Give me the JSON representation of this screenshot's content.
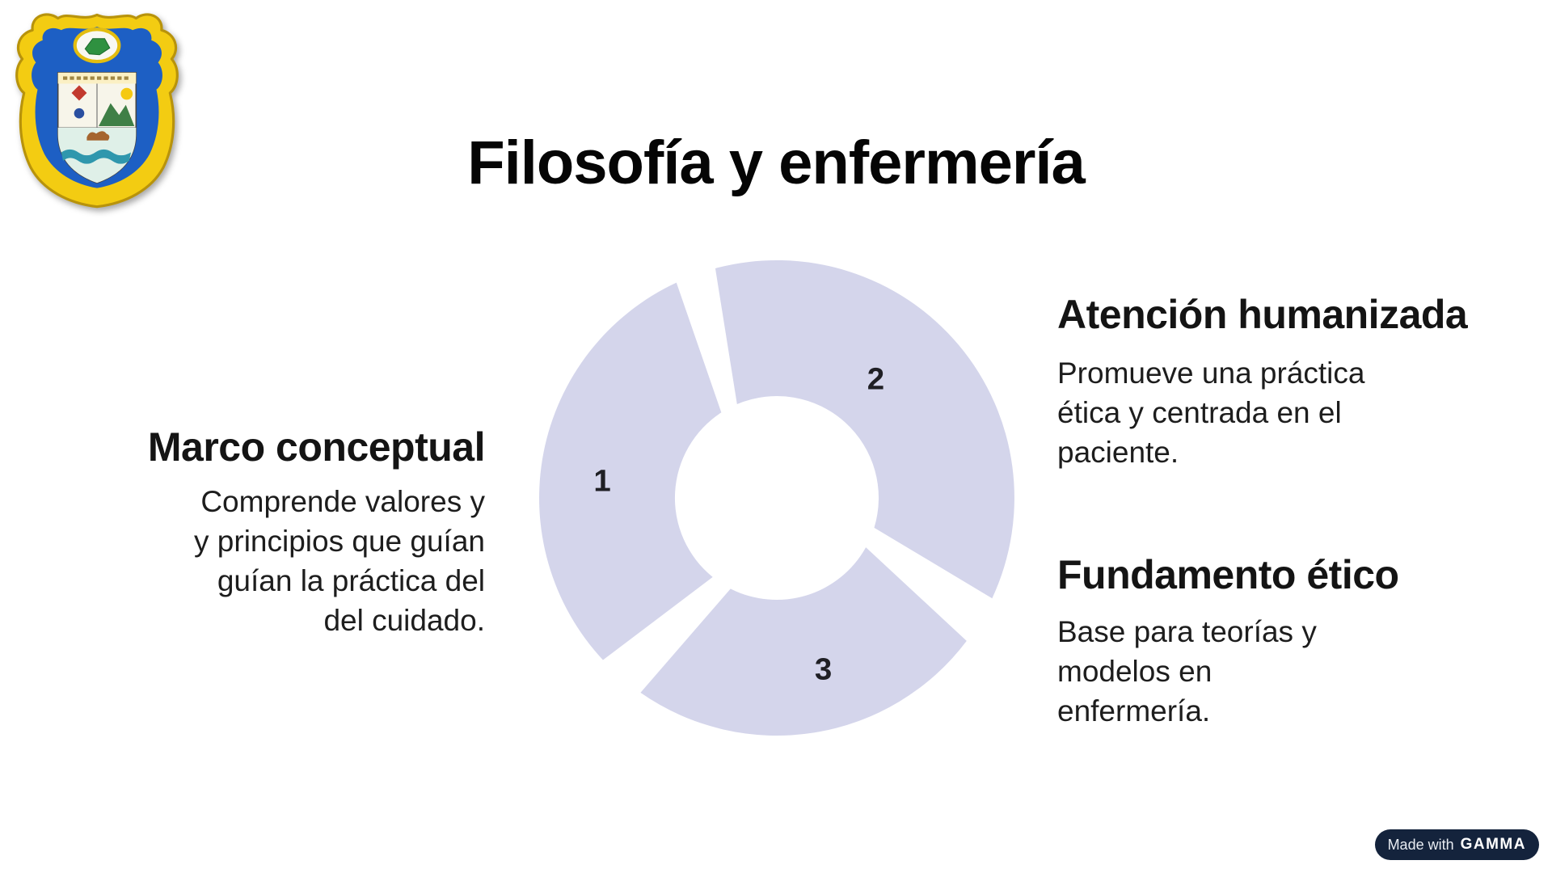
{
  "slide": {
    "title": "Filosofía y enfermería",
    "diagram": {
      "type": "cycle",
      "segment_count": 3,
      "segment_color": "#d4d5eb",
      "segment_labels": [
        "1",
        "2",
        "3"
      ]
    },
    "items": [
      {
        "number": "1",
        "heading": "Marco conceptual",
        "body_lines": [
          "Comprende valores y",
          "y principios que guían",
          "guían la práctica del",
          "del cuidado."
        ]
      },
      {
        "number": "2",
        "heading": "Atención humanizada",
        "body_lines": [
          "Promueve una práctica",
          "ética y centrada en el",
          "paciente."
        ]
      },
      {
        "number": "3",
        "heading": "Fundamento ético",
        "body_lines": [
          "Base para teorías y",
          "modelos en",
          "enfermería."
        ]
      }
    ],
    "badge": {
      "prefix": "Made with",
      "brand": "GAMMA"
    }
  }
}
